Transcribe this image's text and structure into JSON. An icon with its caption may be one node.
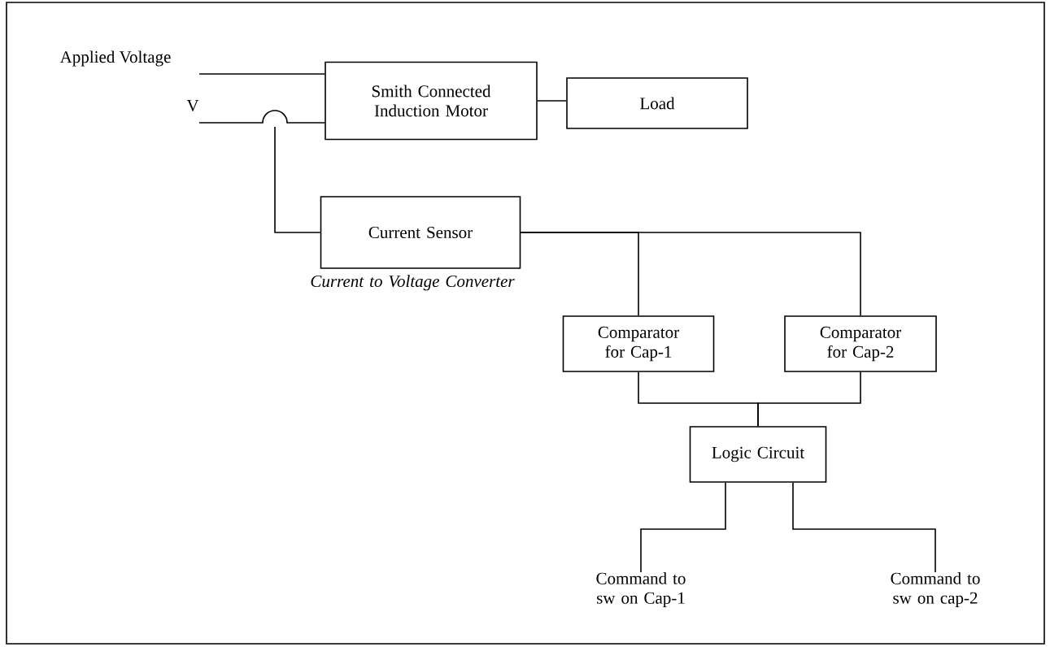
{
  "diagram": {
    "nodes": [
      {
        "text": [
          "Smith Connected Induction Motor"
        ]
      },
      {
        "text": [
          "Load"
        ]
      },
      {
        "text": [
          "Current Sensor"
        ],
        "beside": [
          "Current to Voltage Converter"
        ]
      },
      {
        "text": [
          "Comparator for Cap-1"
        ]
      },
      {
        "text": [
          "Comparator for Cap-2"
        ]
      },
      {
        "text": [
          "Logic Circuit"
        ]
      },
      {
        "text": [
          "Command to sw on Cap-1"
        ]
      },
      {
        "text": [
          "Command to sw on cap-2"
        ]
      }
    ],
    "edges": [
      {
        "from": null,
        "to": 0,
        "arrow": "none"
      },
      {
        "from": null,
        "to": 0,
        "arrow": "none"
      },
      {
        "from": 2,
        "to": null,
        "arrow": "none"
      },
      {
        "from": 0,
        "to": 1,
        "arrow": "none"
      },
      {
        "from": 2,
        "to": 3,
        "arrow": "none"
      },
      {
        "from": 2,
        "to": 4,
        "arrow": "none"
      },
      {
        "from": 3,
        "to": 5,
        "arrow": "none"
      },
      {
        "from": 4,
        "to": 5,
        "arrow": "none"
      },
      {
        "from": 5,
        "to": 6,
        "arrow": "none"
      },
      {
        "from": 5,
        "to": 7,
        "arrow": "none"
      }
    ],
    "labels": [
      "Applied Voltage",
      "V"
    ]
  }
}
